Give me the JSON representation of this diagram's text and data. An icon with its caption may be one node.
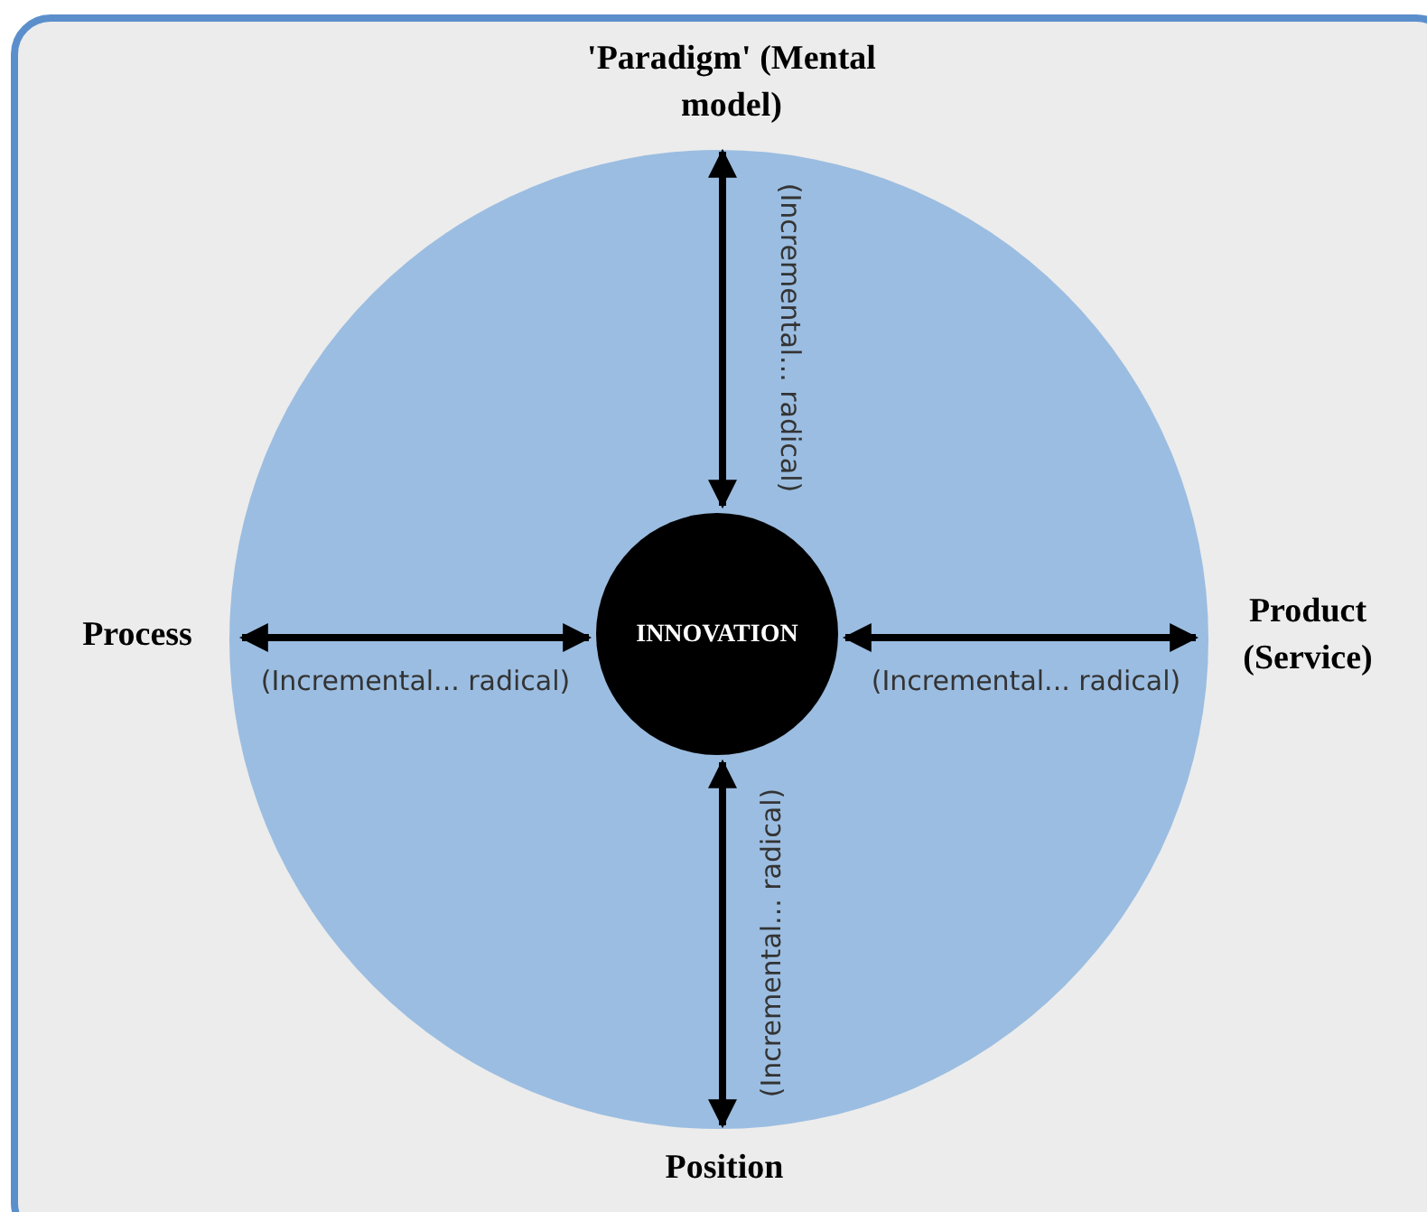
{
  "diagram": {
    "nodes": [
      {
        "text": [
          "INNOVATION"
        ]
      },
      {
        "text": [
          "'Paradigm' (Mental model)"
        ]
      },
      {
        "text": [
          "Process"
        ]
      },
      {
        "text": [
          "Product (Service)"
        ]
      },
      {
        "text": [
          "Position"
        ]
      }
    ],
    "edges": [
      {
        "from": 0,
        "to": 1,
        "arrow": "both",
        "label": "(Incremental... radical)"
      },
      {
        "from": 0,
        "to": 2,
        "arrow": "both",
        "label": "(Incremental... radical)"
      },
      {
        "from": 0,
        "to": 3,
        "arrow": "both",
        "label": "(Incremental... radical)"
      },
      {
        "from": 0,
        "to": 4,
        "arrow": "both",
        "label": "(Incremental... radical)"
      }
    ]
  }
}
